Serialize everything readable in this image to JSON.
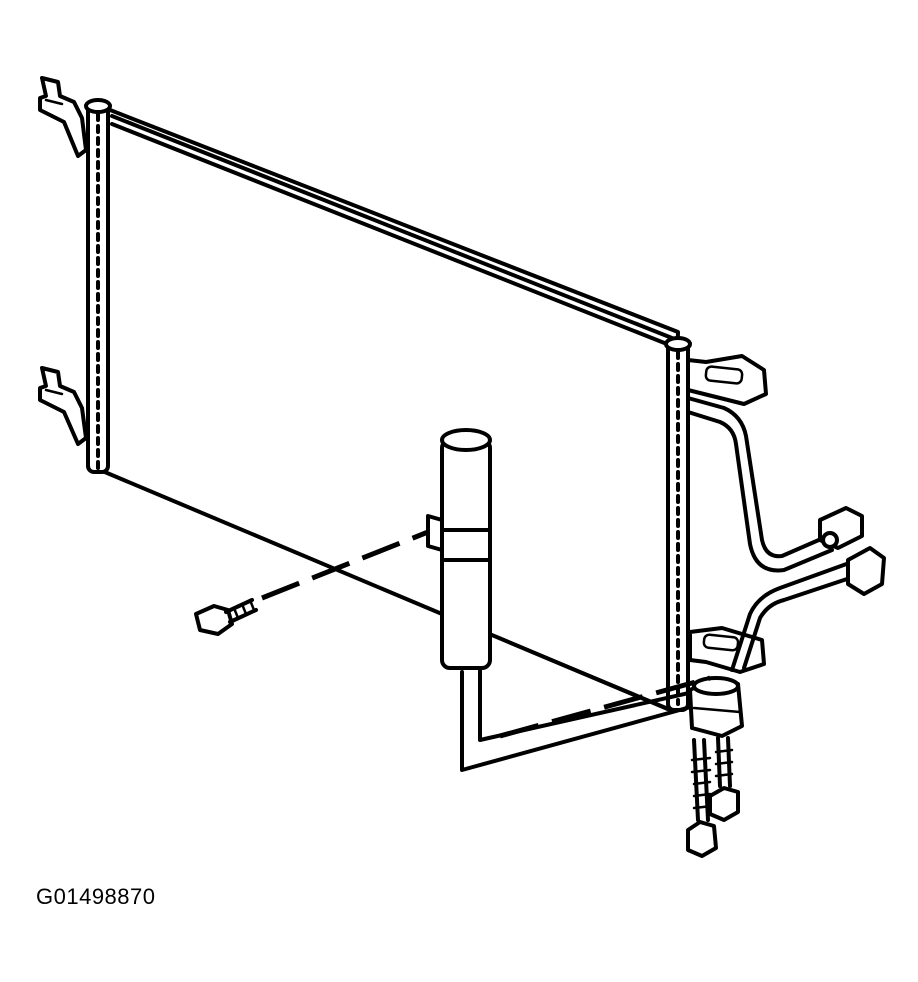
{
  "figure": {
    "id_label": "G01498870"
  },
  "colors": {
    "ink": "#000000",
    "background": "#ffffff"
  },
  "parts": [
    "condenser-core",
    "left-end-tank",
    "right-end-tank",
    "upper-left-bracket",
    "lower-left-bracket",
    "upper-right-bracket",
    "lower-right-bracket",
    "receiver-dehydrator",
    "dehydrator-mounting-bolt",
    "inlet-line",
    "outlet-line",
    "line-block-fitting",
    "fitting-bolt-1",
    "fitting-bolt-2"
  ]
}
